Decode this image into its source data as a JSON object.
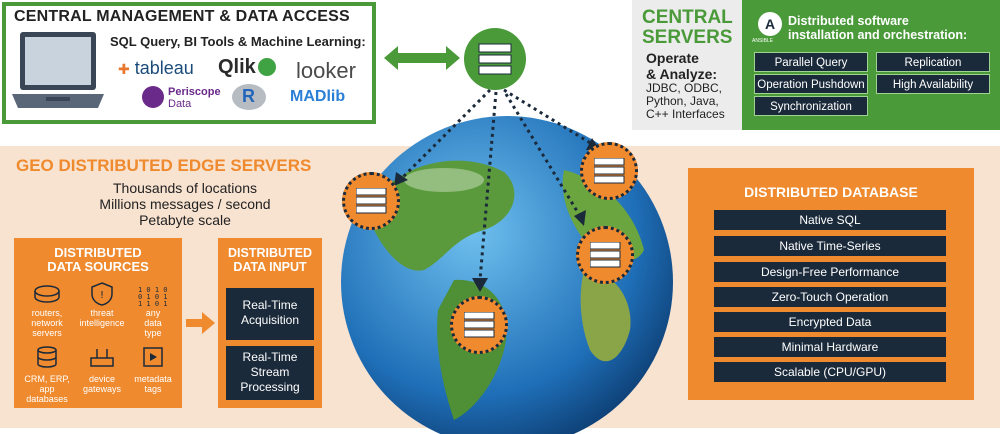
{
  "central_management": {
    "title": "CENTRAL MANAGEMENT & DATA ACCESS",
    "subtitle": "SQL Query, BI Tools & Machine Learning:",
    "logos": [
      "tableau",
      "Qlik",
      "looker",
      "Periscope",
      "Data",
      "R",
      "MADlib"
    ]
  },
  "central_servers": {
    "title_line1": "CENTRAL",
    "title_line2": "SERVERS",
    "operate_line1": "Operate",
    "operate_line2": "& Analyze:",
    "interfaces": [
      "JDBC, ODBC,",
      "Python, Java,",
      "C++ Interfaces"
    ],
    "ansible_label": "ANSIBLE",
    "orchestration_line1": "Distributed software",
    "orchestration_line2": "installation and orchestration:",
    "features": [
      "Parallel Query",
      "Replication",
      "Operation Pushdown",
      "High Availability",
      "Synchronization"
    ]
  },
  "geo_edge": {
    "title": "GEO DISTRIBUTED EDGE SERVERS",
    "stats": [
      "Thousands of locations",
      "Millions messages / second",
      "Petabyte scale"
    ]
  },
  "data_sources": {
    "title_line1": "DISTRIBUTED",
    "title_line2": "DATA SOURCES",
    "items": [
      {
        "label": [
          "routers,",
          "network",
          "servers"
        ],
        "icon": "router-icon"
      },
      {
        "label": [
          "threat",
          "intelligence"
        ],
        "icon": "shield-icon"
      },
      {
        "label": [
          "any",
          "data",
          "type"
        ],
        "icon": "binary-icon"
      },
      {
        "label": [
          "CRM, ERP,",
          "app",
          "databases"
        ],
        "icon": "database-icon"
      },
      {
        "label": [
          "device",
          "gateways"
        ],
        "icon": "gateway-icon"
      },
      {
        "label": [
          "metadata",
          "tags"
        ],
        "icon": "tag-icon"
      }
    ]
  },
  "data_input": {
    "title_line1": "DISTRIBUTED",
    "title_line2": "DATA INPUT",
    "buttons": [
      [
        "Real-Time",
        "Acquisition"
      ],
      [
        "Real-Time",
        "Stream",
        "Processing"
      ]
    ]
  },
  "distributed_database": {
    "title": "DISTRIBUTED DATABASE",
    "features": [
      "Native SQL",
      "Native Time-Series",
      "Design-Free Performance",
      "Zero-Touch Operation",
      "Encrypted Data",
      "Minimal Hardware",
      "Scalable (CPU/GPU)"
    ]
  },
  "colors": {
    "green": "#4a9a3a",
    "orange": "#ef8a2e",
    "navy": "#1b2a3a",
    "peach": "#f8e2d0"
  }
}
